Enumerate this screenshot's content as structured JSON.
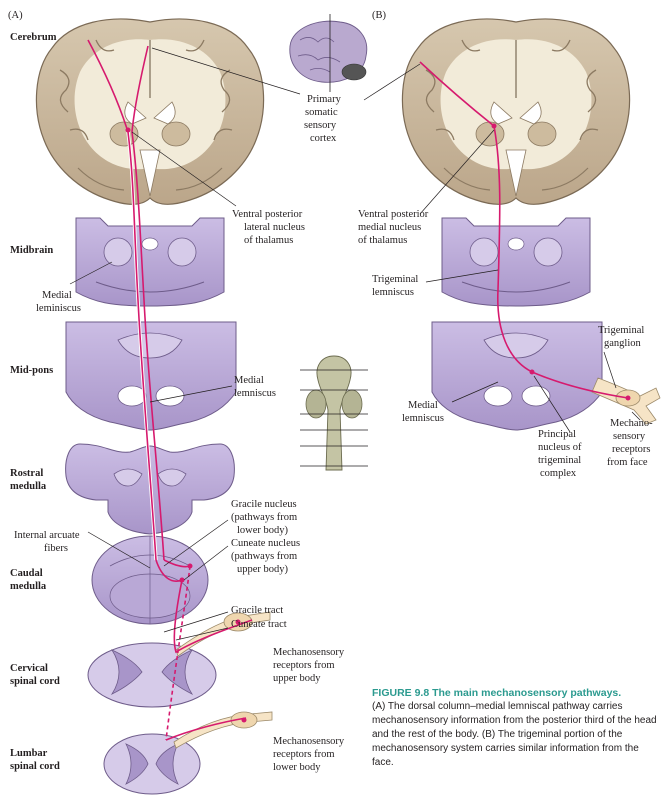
{
  "panels": {
    "a": "(A)",
    "b": "(B)"
  },
  "levels": {
    "cerebrum": "Cerebrum",
    "midbrain": "Midbrain",
    "midpons": "Mid-pons",
    "rostral_medulla": [
      "Rostral",
      "medulla"
    ],
    "caudal_medulla": [
      "Caudal",
      "medulla"
    ],
    "cervical": [
      "Cervical",
      "spinal cord"
    ],
    "lumbar": [
      "Lumbar",
      "spinal cord"
    ]
  },
  "labels": {
    "primary_cortex": [
      "Primary",
      "somatic",
      "sensory",
      "cortex"
    ],
    "vpl": [
      "Ventral posterior",
      "lateral nucleus",
      "of thalamus"
    ],
    "vpm": [
      "Ventral posterior",
      "medial nucleus",
      "of thalamus"
    ],
    "medial_lemniscus_a1": [
      "Medial",
      "leminiscus"
    ],
    "medial_lemniscus_a2": [
      "Medial",
      "lemniscus"
    ],
    "trigeminal_lemniscus": [
      "Trigeminal",
      "lemniscus"
    ],
    "trigeminal_ganglion": [
      "Trigeminal",
      "ganglion"
    ],
    "medial_lemniscus_b": [
      "Medial",
      "lemniscus"
    ],
    "principal_nucleus": [
      "Principal",
      "nucleus of",
      "trigeminal",
      "complex"
    ],
    "mechano_face": [
      "Mechano-",
      "sensory",
      "receptors",
      "from face"
    ],
    "gracile_nucleus": [
      "Gracile nucleus",
      "(pathways from",
      "lower body)"
    ],
    "internal_arcuate": [
      "Internal arcuate",
      "fibers"
    ],
    "cuneate_nucleus": [
      "Cuneate nucleus",
      "(pathways from",
      "upper body)"
    ],
    "gracile_tract": "Gracile tract",
    "cuneate_tract": "Cuneate tract",
    "mechano_upper": [
      "Mechanosensory",
      "receptors from",
      "upper body"
    ],
    "mechano_lower": [
      "Mechanosensory",
      "receptors from",
      "lower body"
    ]
  },
  "caption": {
    "title": "FIGURE 9.8  The main mechanosensory pathways.",
    "body": "(A) The dorsal column–medial lemniscal pathway carries mechanosensory information from the posterior third of the head and the rest of the body. (B) The trigeminal portion of the mechanosensory system carries similar information from the face."
  },
  "colors": {
    "pathway": "#d61a6e",
    "brain_tissue": "#c8b79e",
    "white_matter": "#f2ebd9",
    "section_purple": "#b7a6d3",
    "caption_title": "#2b9a8f"
  }
}
